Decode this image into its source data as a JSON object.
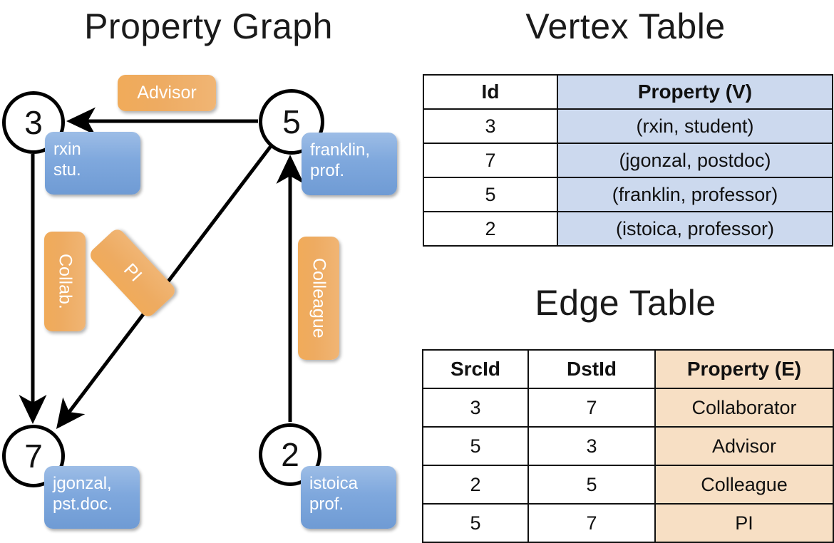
{
  "page": {
    "background": "#ffffff",
    "accent_vertex": "#ccd9ee",
    "accent_edge": "#f7dfc4",
    "node_box_color": "#7fa8dd",
    "edge_label_color": "#eeab61"
  },
  "graph": {
    "title": "Property Graph",
    "nodes": [
      {
        "id": "3",
        "property_lines": [
          "rxin",
          "stu."
        ]
      },
      {
        "id": "5",
        "property_lines": [
          "franklin,",
          "prof."
        ]
      },
      {
        "id": "7",
        "property_lines": [
          "jgonzal,",
          "pst.doc."
        ]
      },
      {
        "id": "2",
        "property_lines": [
          "istoica",
          "prof."
        ]
      }
    ],
    "edge_labels": [
      {
        "name": "advisor",
        "text": "Advisor"
      },
      {
        "name": "collaborator",
        "text": "Collab."
      },
      {
        "name": "pi",
        "text": "PI"
      },
      {
        "name": "colleague",
        "text": "Colleague"
      }
    ]
  },
  "vertex_table": {
    "title": "Vertex Table",
    "columns": [
      "Id",
      "Property (V)"
    ],
    "rows": [
      {
        "id": "3",
        "property": "(rxin, student)"
      },
      {
        "id": "7",
        "property": "(jgonzal, postdoc)"
      },
      {
        "id": "5",
        "property": "(franklin, professor)"
      },
      {
        "id": "2",
        "property": "(istoica, professor)"
      }
    ]
  },
  "edge_table": {
    "title": "Edge Table",
    "columns": [
      "SrcId",
      "DstId",
      "Property (E)"
    ],
    "rows": [
      {
        "src": "3",
        "dst": "7",
        "property": "Collaborator"
      },
      {
        "src": "5",
        "dst": "3",
        "property": "Advisor"
      },
      {
        "src": "2",
        "dst": "5",
        "property": "Colleague"
      },
      {
        "src": "5",
        "dst": "7",
        "property": "PI"
      }
    ]
  }
}
